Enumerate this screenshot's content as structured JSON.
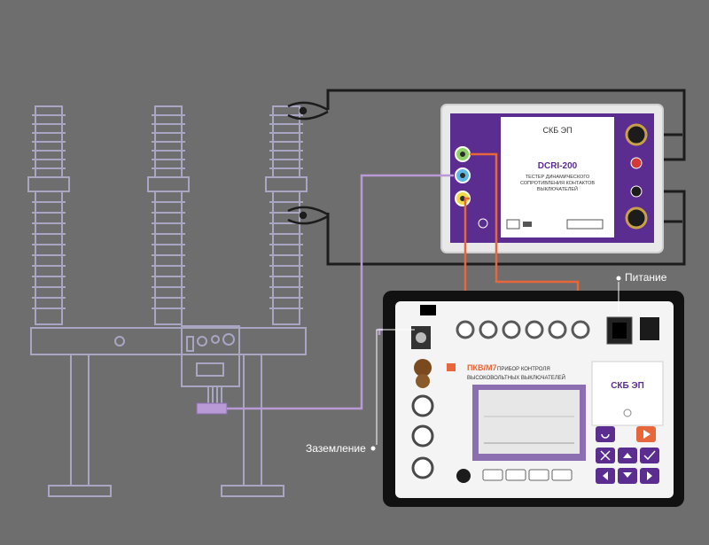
{
  "labels": {
    "power": "Питание",
    "ground": "Заземление"
  },
  "upper_device": {
    "brand": "СКБ ЭП",
    "model": "DCRI-200",
    "desc_line1": "ТЕСТЕР ДИНАМИЧЕСКОГО",
    "desc_line2": "СОПРОТИВЛЕНИЯ КОНТАКТОВ",
    "desc_line3": "ВЫКЛЮЧАТЕЛЕЙ"
  },
  "lower_device": {
    "brand": "СКБ ЭП",
    "model": "ПКВ/М7",
    "desc_line1": "ПРИБОР КОНТРОЛЯ",
    "desc_line2": "ВЫСОКОВОЛЬТНЫХ ВЫКЛЮЧАТЕЛЕЙ"
  },
  "colors": {
    "background": "#6e6e6e",
    "outline": "#a9a6c4",
    "purple_panel": "#5b2d91",
    "purple_cable": "#b99ad6",
    "orange_cable": "#e8673a",
    "black_cable": "#1c1c1c",
    "device_case": "#e9e9ea",
    "lower_case": "#111111",
    "lower_panel": "#f4f4f4"
  }
}
